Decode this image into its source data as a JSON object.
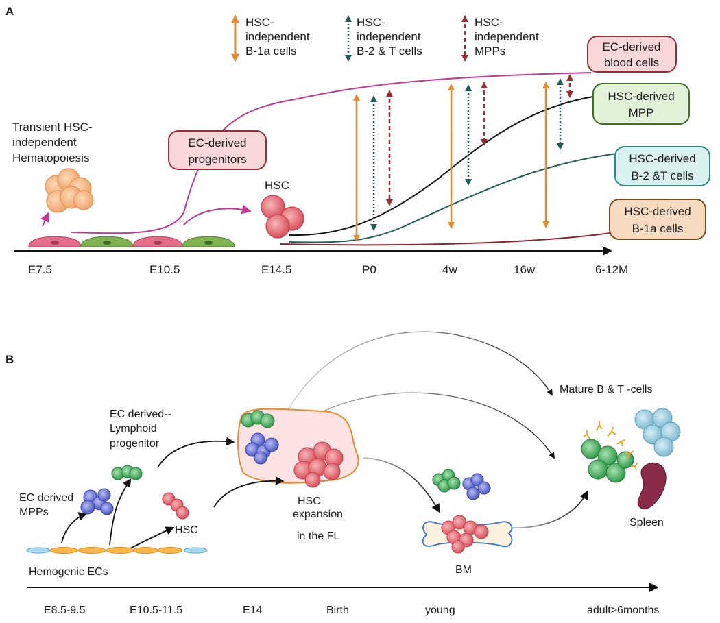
{
  "panel_a": {
    "letter": "A",
    "legend": [
      {
        "line1": "HSC-",
        "line2": "independent",
        "line3": "B-1a cells",
        "color": "#e8892b"
      },
      {
        "line1": "HSC-",
        "line2": "independent",
        "line3": "B-2 & T cells",
        "color": "#1f5e54"
      },
      {
        "line1": "HSC-",
        "line2": "independent",
        "line3": "MPPs",
        "color": "#9c2b35"
      }
    ],
    "transient": {
      "line1": "Transient HSC-",
      "line2": "independent",
      "line3": "Hematopoiesis"
    },
    "ec_progenitors": {
      "line1": "EC-derived",
      "line2": "progenitors"
    },
    "hsc_label": "HSC",
    "boxes": {
      "ec_blood": {
        "line1": "EC-derived",
        "line2": "blood cells"
      },
      "hsc_mpp": {
        "line1": "HSC-derived",
        "line2": "MPP"
      },
      "hsc_b2t": {
        "line1": "HSC-derived",
        "line2": "B-2 &T cells"
      },
      "hsc_b1a": {
        "line1": "HSC-derived",
        "line2": "B-1a cells"
      }
    },
    "timeline": [
      "E7.5",
      "E10.5",
      "E14.5",
      "P0",
      "4w",
      "16w",
      "6-12M"
    ],
    "colors": {
      "magenta": "#c2398f",
      "black": "#111111",
      "teal": "#1f5e54",
      "maroon": "#8c2332",
      "orange": "#e8892b"
    }
  },
  "panel_b": {
    "letter": "B",
    "mature": "Mature B & T -cells",
    "lymphoid": {
      "line1": "EC derived--",
      "line2": "Lymphoid",
      "line3": "progenitor"
    },
    "mpps": {
      "line1": "EC derived",
      "line2": "MPPs"
    },
    "hsc": "HSC",
    "hsc_expansion": {
      "line1": "HSC",
      "line2": "expansion",
      "line3": "in the FL"
    },
    "hemogenic": "Hemogenic ECs",
    "bm": "BM",
    "spleen": "Spleen",
    "timeline": [
      "E8.5-9.5",
      "E10.5-11.5",
      "E14",
      "Birth",
      "young",
      "adult>6months"
    ]
  }
}
